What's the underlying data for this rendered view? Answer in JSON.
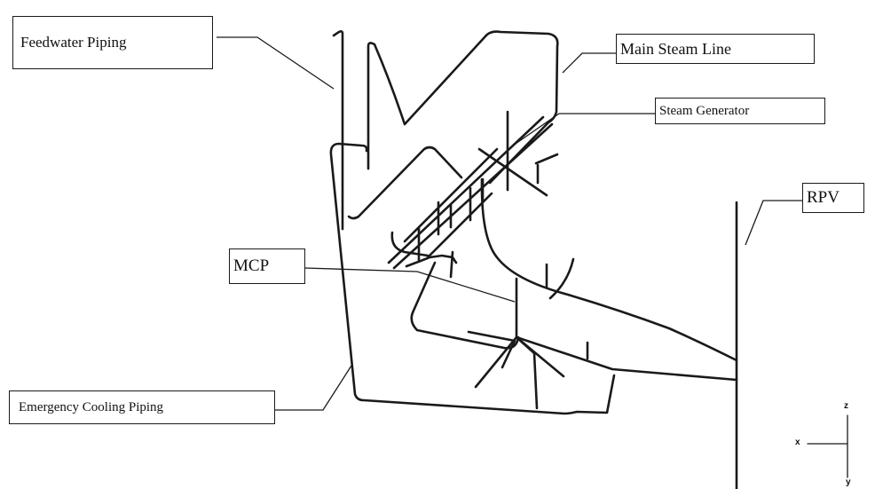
{
  "labels": {
    "feedwater_piping": "Feedwater Piping",
    "main_steam_line": "Main Steam Line",
    "steam_generator": "Steam Generator",
    "rpv": "RPV",
    "mcp": "MCP",
    "emergency_cooling_piping": "Emergency Cooling Piping"
  },
  "axes": {
    "z": "z",
    "x": "x",
    "y": "y"
  },
  "colors": {
    "line": "#1a1a1a",
    "background": "#ffffff"
  }
}
